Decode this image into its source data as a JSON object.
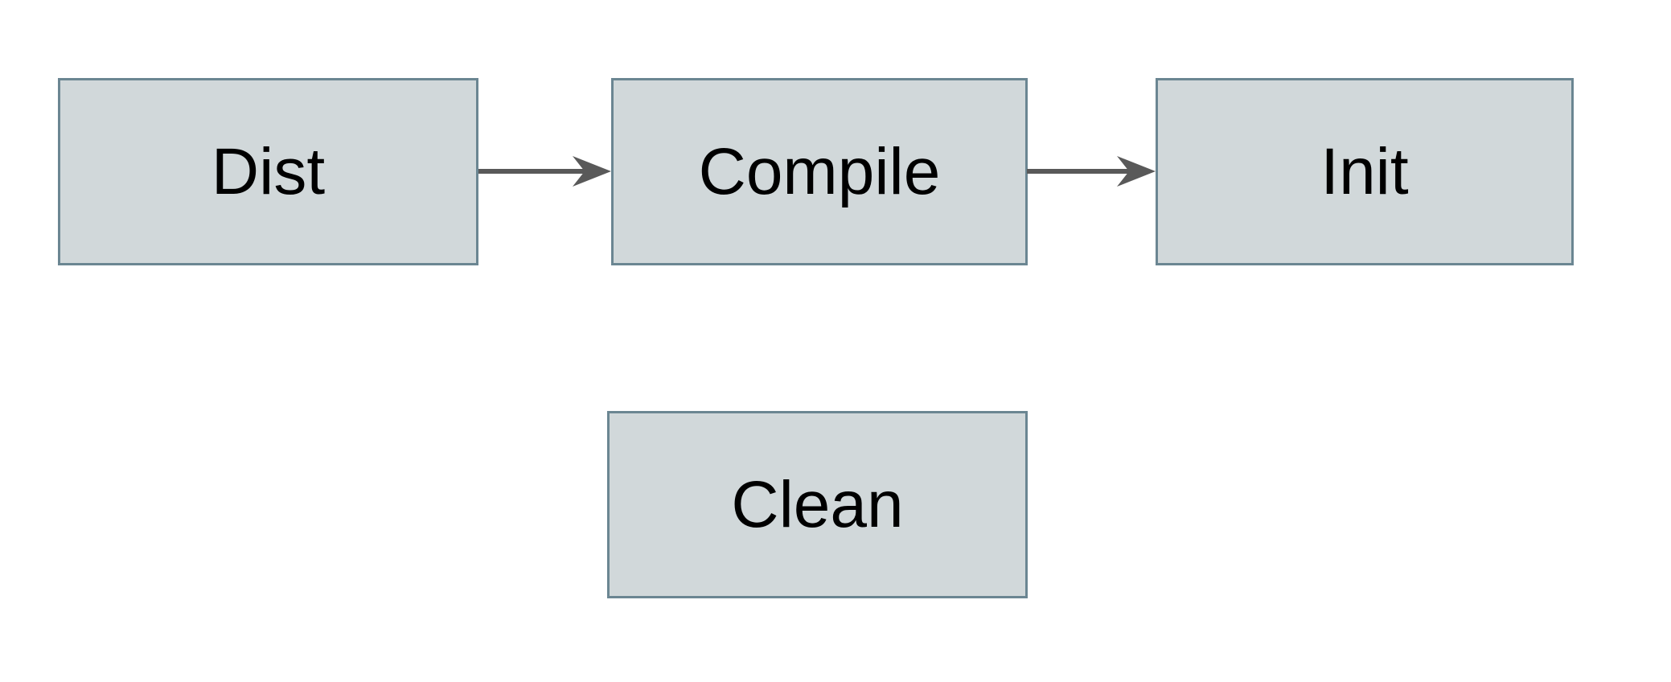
{
  "diagram": {
    "nodes": [
      {
        "id": "dist",
        "label": "Dist"
      },
      {
        "id": "compile",
        "label": "Compile"
      },
      {
        "id": "init",
        "label": "Init"
      },
      {
        "id": "clean",
        "label": "Clean"
      }
    ],
    "edges": [
      {
        "from": "dist",
        "to": "compile",
        "direction": "right"
      },
      {
        "from": "compile",
        "to": "init",
        "direction": "right"
      }
    ],
    "colors": {
      "node_fill": "#d1d8da",
      "node_border": "#6b8692",
      "arrow": "#595959",
      "text": "#000000",
      "background": "#ffffff"
    }
  }
}
